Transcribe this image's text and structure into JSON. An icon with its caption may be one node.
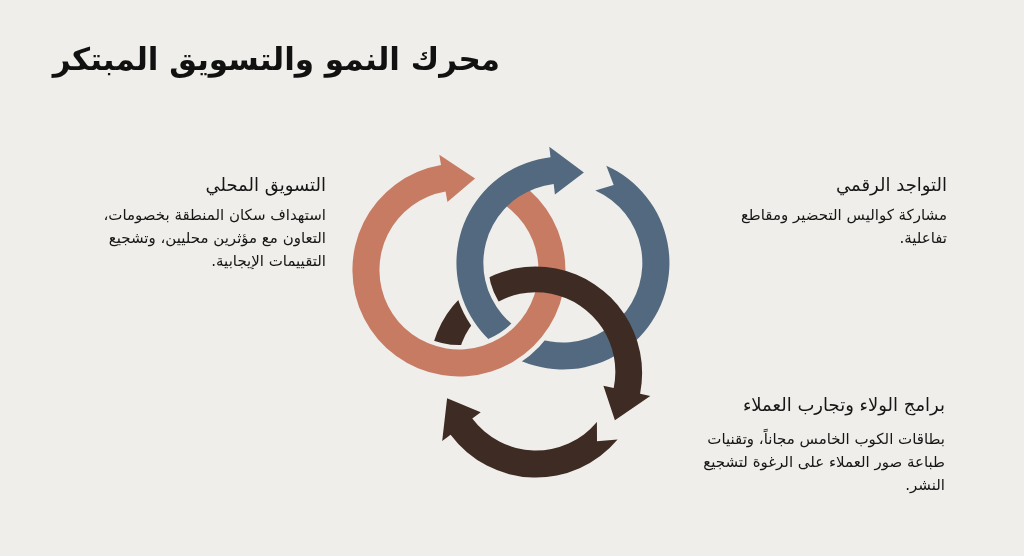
{
  "diagram": {
    "title": "محرك النمو والتسويق المبتكر",
    "labels": [
      "التواجد الرقمي",
      "مشاركة كواليس التحضير ومقاطع تفاعلية.",
      "التسويق المحلي",
      "استهداف سكان المنطقة بخصومات، التعاون مع مؤثرين محليين، وتشجيع التقييمات الإيجابية.",
      "برامج الولاء وتجارب العملاء",
      "بطاقات الكوب الخامس مجاناً، وتقنيات طباعة صور العملاء على الرغوة لتشجيع النشر."
    ]
  }
}
